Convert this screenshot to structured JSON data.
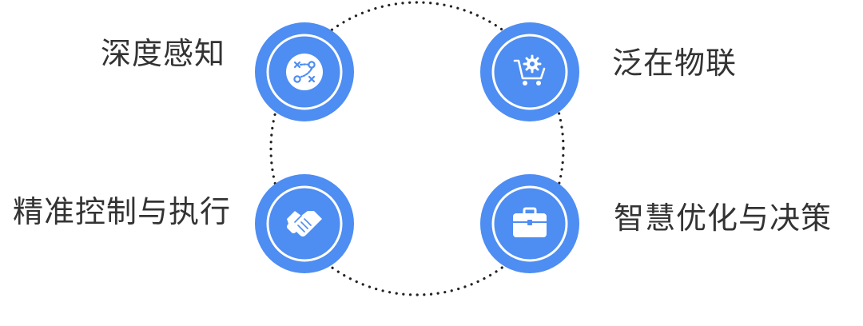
{
  "items": [
    {
      "label": "深度感知",
      "icon": "strategy-play-icon"
    },
    {
      "label": "泛在物联",
      "icon": "gear-cart-icon"
    },
    {
      "label": "精准控制与执行",
      "icon": "handshake-icon"
    },
    {
      "label": "智慧优化与决策",
      "icon": "briefcase-icon"
    }
  ],
  "colors": {
    "node_fill": "#4E8DF2",
    "node_inner_ring": "#FFFFFF",
    "dotted_circle": "#222222",
    "text": "#333333"
  }
}
